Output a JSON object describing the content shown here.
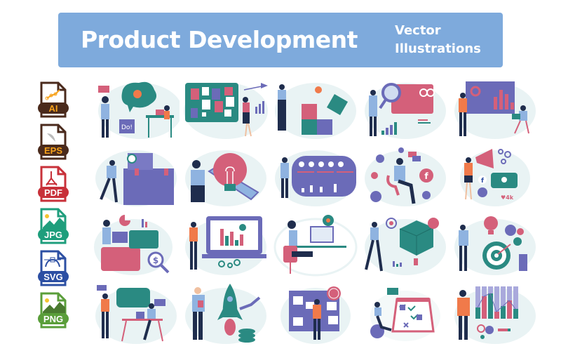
{
  "banner": {
    "title": "Product Development",
    "subtitle_line1": "Vector",
    "subtitle_line2": "Illustrations",
    "background_color": "#7eaadc",
    "text_color": "#ffffff"
  },
  "file_formats": [
    {
      "label": "AI",
      "color": "#4a2a1c",
      "text_color": "#f7a21b",
      "icon": "vector-path-icon"
    },
    {
      "label": "EPS",
      "color": "#4a2a1c",
      "text_color": "#f7a21b",
      "icon": "vector-curve-icon"
    },
    {
      "label": "PDF",
      "color": "#c8313a",
      "text_color": "#ffffff",
      "icon": "acrobat-icon"
    },
    {
      "label": "JPG",
      "color": "#1e9e7c",
      "text_color": "#ffffff",
      "icon": "image-icon"
    },
    {
      "label": "SVG",
      "color": "#2c4fa3",
      "text_color": "#ffffff",
      "icon": "bezier-icon"
    },
    {
      "label": "PNG",
      "color": "#5a9e3a",
      "text_color": "#ffffff",
      "icon": "image-icon"
    }
  ],
  "illustrations": [
    {
      "name": "idea-brainstorm",
      "note_text": "Do!"
    },
    {
      "name": "kanban-board"
    },
    {
      "name": "puzzle-solution"
    },
    {
      "name": "data-analysis"
    },
    {
      "name": "presentation-chart"
    },
    {
      "name": "product-boxes-search"
    },
    {
      "name": "lightbulb-idea"
    },
    {
      "name": "dashboard-report"
    },
    {
      "name": "social-media-marketing"
    },
    {
      "name": "megaphone-promotion",
      "likes": "4k"
    },
    {
      "name": "finance-wallet"
    },
    {
      "name": "analytics-presentation"
    },
    {
      "name": "video-call-work"
    },
    {
      "name": "product-cube-target"
    },
    {
      "name": "strategy-goal"
    },
    {
      "name": "team-meeting"
    },
    {
      "name": "startup-rocket"
    },
    {
      "name": "task-board-deadline"
    },
    {
      "name": "calendar-schedule"
    },
    {
      "name": "growth-chart-analysis"
    }
  ],
  "palette": {
    "teal": "#2a8a82",
    "pink": "#d4607a",
    "purple": "#6b6bb8",
    "blue_light": "#8fb3e0",
    "orange": "#f07a4a",
    "navy": "#1f2d4d",
    "bg_blob": "#e9f3f4"
  }
}
